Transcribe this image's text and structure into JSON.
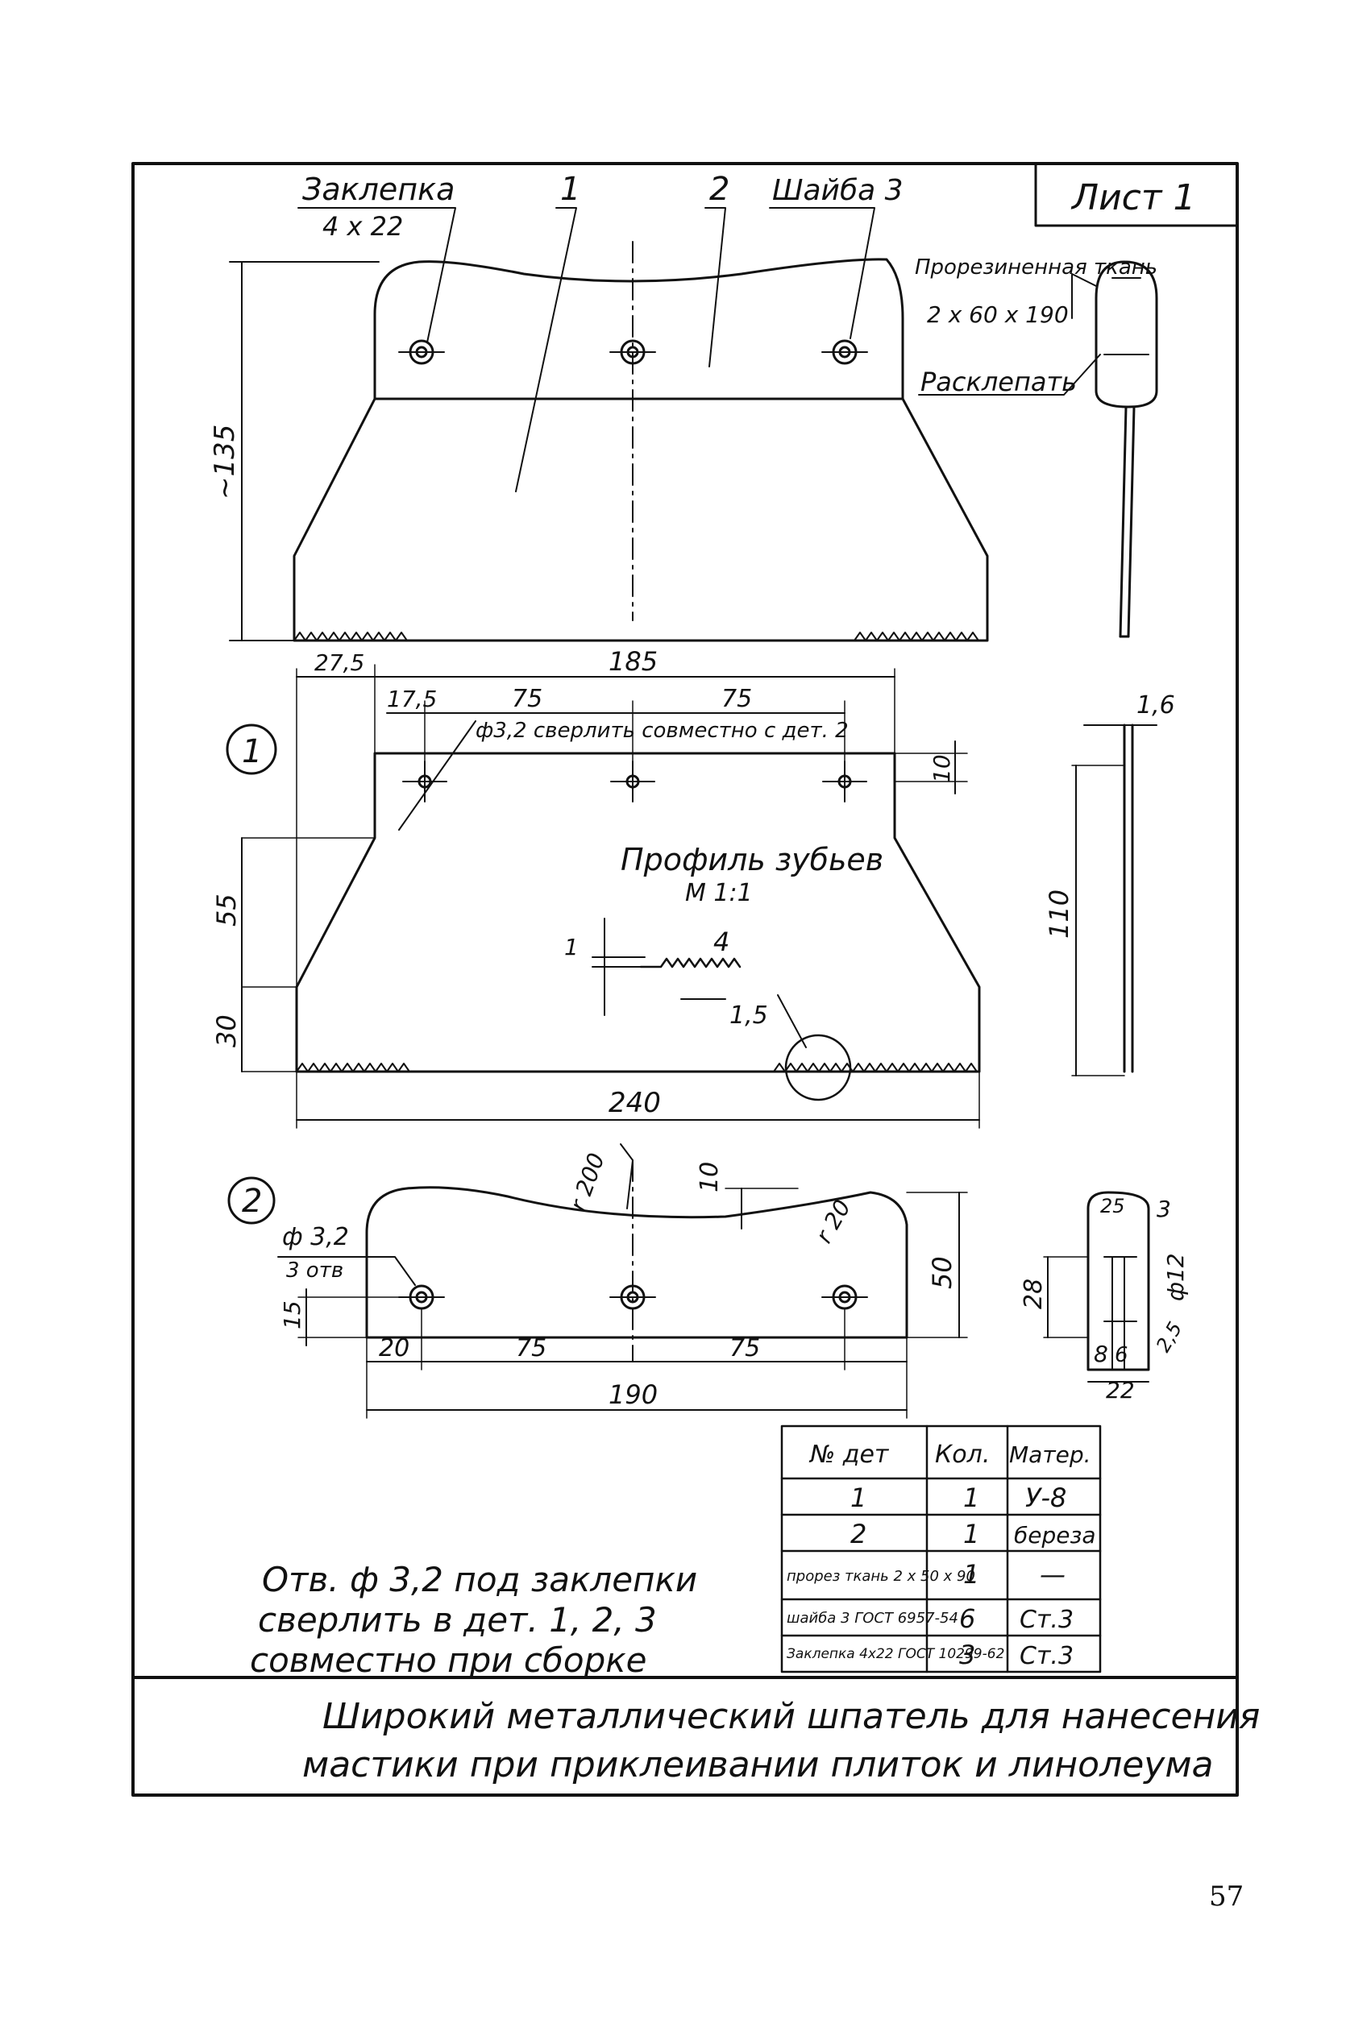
{
  "sheet": {
    "label": "Лист 1",
    "page_number": "57",
    "colors": {
      "ink": "#111111",
      "paper": "#ffffff"
    }
  },
  "top_view": {
    "rivet_label": "Заклепка",
    "rivet_size": "4 x 22",
    "part1_callout": "1",
    "part2_callout": "2",
    "washer_label": "Шайба 3",
    "fabric_label": "Прорезиненная ткань",
    "fabric_size": "2 x 60 x 190",
    "peen_label": "Расклепать",
    "height_dim": "~135"
  },
  "detail1": {
    "marker": "1",
    "dims": {
      "overall_width": "185",
      "left_offset": "27,5",
      "hole_offset": "17,5",
      "pitch_left": "75",
      "pitch_right": "75",
      "top_10": "10",
      "side_55": "55",
      "side_30": "30",
      "bottom_240": "240",
      "thickness": "1,6",
      "length_110": "110"
    },
    "drill_note": "ф3,2 сверлить совместно с дет. 2",
    "tooth_title": "Профиль зубьев",
    "tooth_scale": "М 1:1",
    "tooth_dims": {
      "pitch": "4",
      "depth": "1",
      "gap": "1,5"
    }
  },
  "detail2": {
    "marker": "2",
    "dims": {
      "hole_dia": "ф 3,2",
      "hole_count": "3 отв",
      "radius_200": "r 200",
      "radius_20": "r 20",
      "top_10": "10",
      "height_50": "50",
      "low_15": "15",
      "left_20": "20",
      "pitch_75a": "75",
      "pitch_75b": "75",
      "total_190": "190",
      "sec_28": "28",
      "sec_25": "25",
      "sec_3": "3",
      "sec_d12": "ф12",
      "sec_2_5": "2,5",
      "sec_8": "8",
      "sec_6": "6",
      "sec_22": "22"
    }
  },
  "parts_table": {
    "headers": [
      "№ дет",
      "Кол.",
      "Матер."
    ],
    "rows": [
      [
        "1",
        "1",
        "У-8"
      ],
      [
        "2",
        "1",
        "береза"
      ],
      [
        "прорез ткань 2 x 50 x 90",
        "1",
        "—"
      ],
      [
        "шайба 3 ГОСТ 6957-54",
        "6",
        "Ст.3"
      ],
      [
        "Заклепка 4x22 ГОСТ 10299-62",
        "3",
        "Ст.3"
      ]
    ]
  },
  "note": {
    "line1": "Отв. ф 3,2 под заклепки",
    "line2": "сверлить в дет. 1, 2, 3",
    "line3": "совместно при сборке"
  },
  "caption": {
    "line1": "Широкий металлический шпатель для нанесения",
    "line2": "мастики при приклеивании плиток и линолеума"
  }
}
